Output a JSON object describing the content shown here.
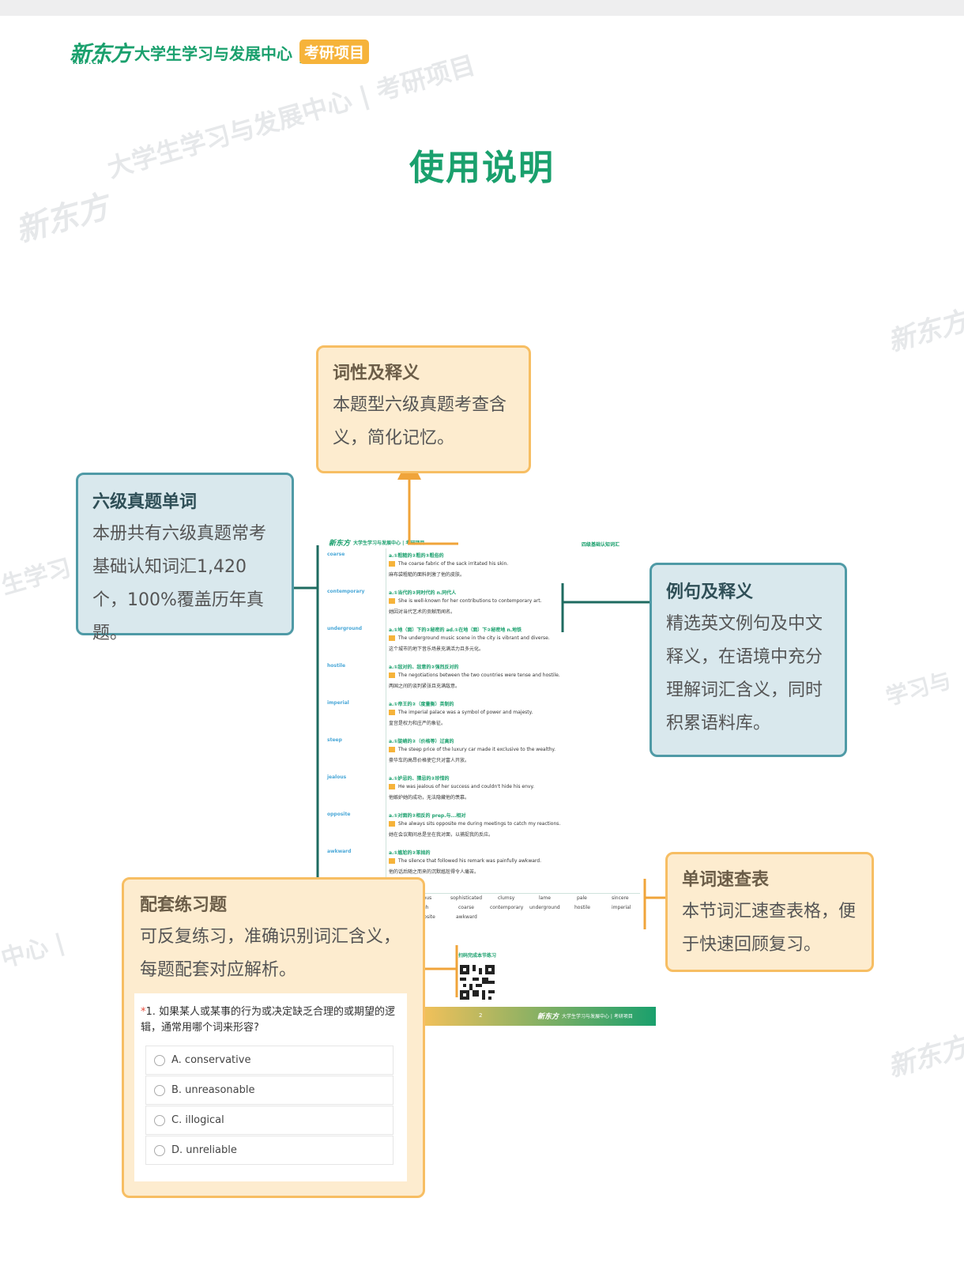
{
  "header": {
    "logo": "新东方",
    "logo_sub": "XDF.CN",
    "org": "大学生学习与发展中心 |",
    "badge": "考研项目"
  },
  "title": "使用说明",
  "watermarks": {
    "main": "大学生学习与发展中心 | 考研项目",
    "logo": "新东方"
  },
  "callouts": {
    "pos": {
      "title": "词性及释义",
      "body": "本题型六级真题考查含义，简化记忆。"
    },
    "words": {
      "title": "六级真题单词",
      "body": "本册共有六级真题常考基础认知词汇1,420个，100%覆盖历年真题。"
    },
    "examples": {
      "title": "例句及释义",
      "body": "精选英文例句及中文释义，在语境中充分理解词汇含义，同时积累语料库。"
    },
    "table": {
      "title": "单词速查表",
      "body": "本节词汇速查表格，便于快速回顾复习。"
    },
    "practice": {
      "title": "配套练习题",
      "body": "可反复练习，准确识别词汇含义，每题配套对应解析。"
    }
  },
  "doc": {
    "brand": "新东方",
    "brand_text": "大学生学习与发展中心 | 考研项目",
    "section": "四级基础认知词汇",
    "entries": [
      {
        "word": "coarse",
        "def": "a.①粗糙的②粗的③粗俗的",
        "en": "The coarse fabric of the sack irritated his skin.",
        "zh": "麻布袋粗糙的面料刺激了他的皮肤。"
      },
      {
        "word": "contemporary",
        "def": "a.①当代的②同时代的 n.同代人",
        "en": "She is well-known for her contributions to contemporary art.",
        "zh": "她因对当代艺术的贡献而闻名。"
      },
      {
        "word": "underground",
        "def": "a.①地（面）下的②秘密的  ad.①在地（面）下②秘密地  n.地铁",
        "en": "The underground music scene in the city is vibrant and diverse.",
        "zh": "这个城市的地下音乐场景充满活力且多元化。"
      },
      {
        "word": "hostile",
        "def": "a.①敌对的、敌意的②强烈反对的",
        "en": "The negotiations between the two countries were tense and hostile.",
        "zh": "两国之间的谈判紧张且充满敌意。"
      },
      {
        "word": "imperial",
        "def": "a.①帝王的②（度量衡）英制的",
        "en": "The imperial palace was a symbol of power and majesty.",
        "zh": "皇宫是权力和庄严的象征。"
      },
      {
        "word": "steep",
        "def": "a.①陡峭的②（价格等）过高的",
        "en": "The steep price of the luxury car made it exclusive to the wealthy.",
        "zh": "豪华车的高昂价格使它只对富人开放。"
      },
      {
        "word": "jealous",
        "def": "a.①妒忌的、猜忌的②珍惜的",
        "en": "He was jealous of her success and couldn't hide his envy.",
        "zh": "他嫉妒她的成功，无法隐藏他的羡慕。"
      },
      {
        "word": "opposite",
        "def": "a.①对面的②相反的  prep.与...相对",
        "en": "She always sits opposite me during meetings to catch my reactions.",
        "zh": "她在会议期间总是坐在我对面，以捕捉我的反应。"
      },
      {
        "word": "awkward",
        "def": "a.①尴尬的②笨拙的",
        "en": "The silence that followed his remark was painfully awkward.",
        "zh": "他的话后随之而来的沉默尴尬得令人痛苦。"
      }
    ],
    "table_rows": [
      [
        "jealous",
        "sophisticated",
        "clumsy",
        "lame",
        "pale",
        "sincere"
      ],
      [
        "tough",
        "coarse",
        "contemporary",
        "underground",
        "hostile",
        "imperial"
      ],
      [
        "opposite",
        "awkward",
        "",
        "",
        "",
        ""
      ]
    ],
    "qr_label": "扫码完成本节练习",
    "page_no": "2",
    "footer_brand": "新东方",
    "footer_text": "大学生学习与发展中心 | 考研项目"
  },
  "quiz": {
    "question": "1. 如果某人或某事的行为或决定缺乏合理的或期望的逻辑，通常用哪个词来形容?",
    "options": [
      "A. conservative",
      "B. unreasonable",
      "C. illogical",
      "D. unreliable"
    ]
  },
  "colors": {
    "brand_green": "#1aa06d",
    "orange": "#f7be63",
    "teal": "#4f9aa6",
    "arrow_orange": "#f0a43a",
    "arrow_teal": "#1e6b60"
  }
}
